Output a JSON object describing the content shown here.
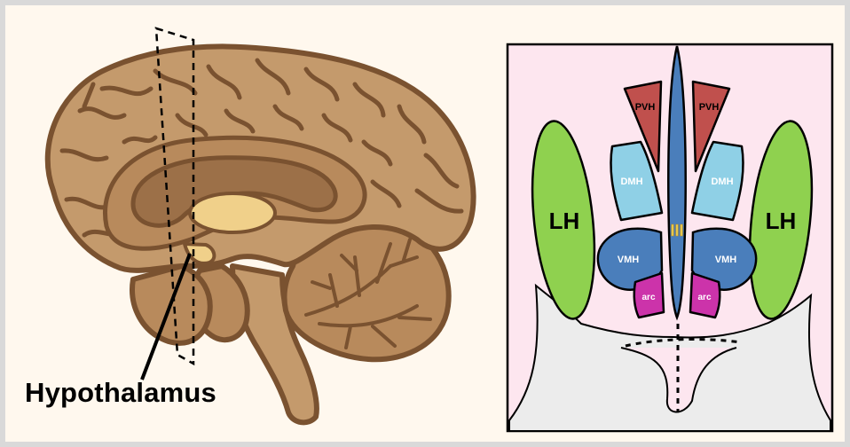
{
  "brain_label": "Hypothalamus",
  "section_labels": {
    "lh_left": "LH",
    "lh_right": "LH",
    "pvh_left": "PVH",
    "pvh_right": "PVH",
    "dmh_left": "DMH",
    "dmh_right": "DMH",
    "vmh_left": "VMH",
    "vmh_right": "VMH",
    "arc_left": "arc",
    "arc_right": "arc",
    "ventricle": "III"
  },
  "colors": {
    "panel_bg": "#fde6ef",
    "lh": "#8fd14f",
    "pvh": "#c0504d",
    "dmh": "#8fd0e6",
    "vmh": "#4a7ebb",
    "arc": "#cc33aa",
    "ventricle": "#4a7ebb",
    "brain": "#c49a6c",
    "brain_outline": "#7a5230",
    "thalamus": "#f0d08a"
  }
}
